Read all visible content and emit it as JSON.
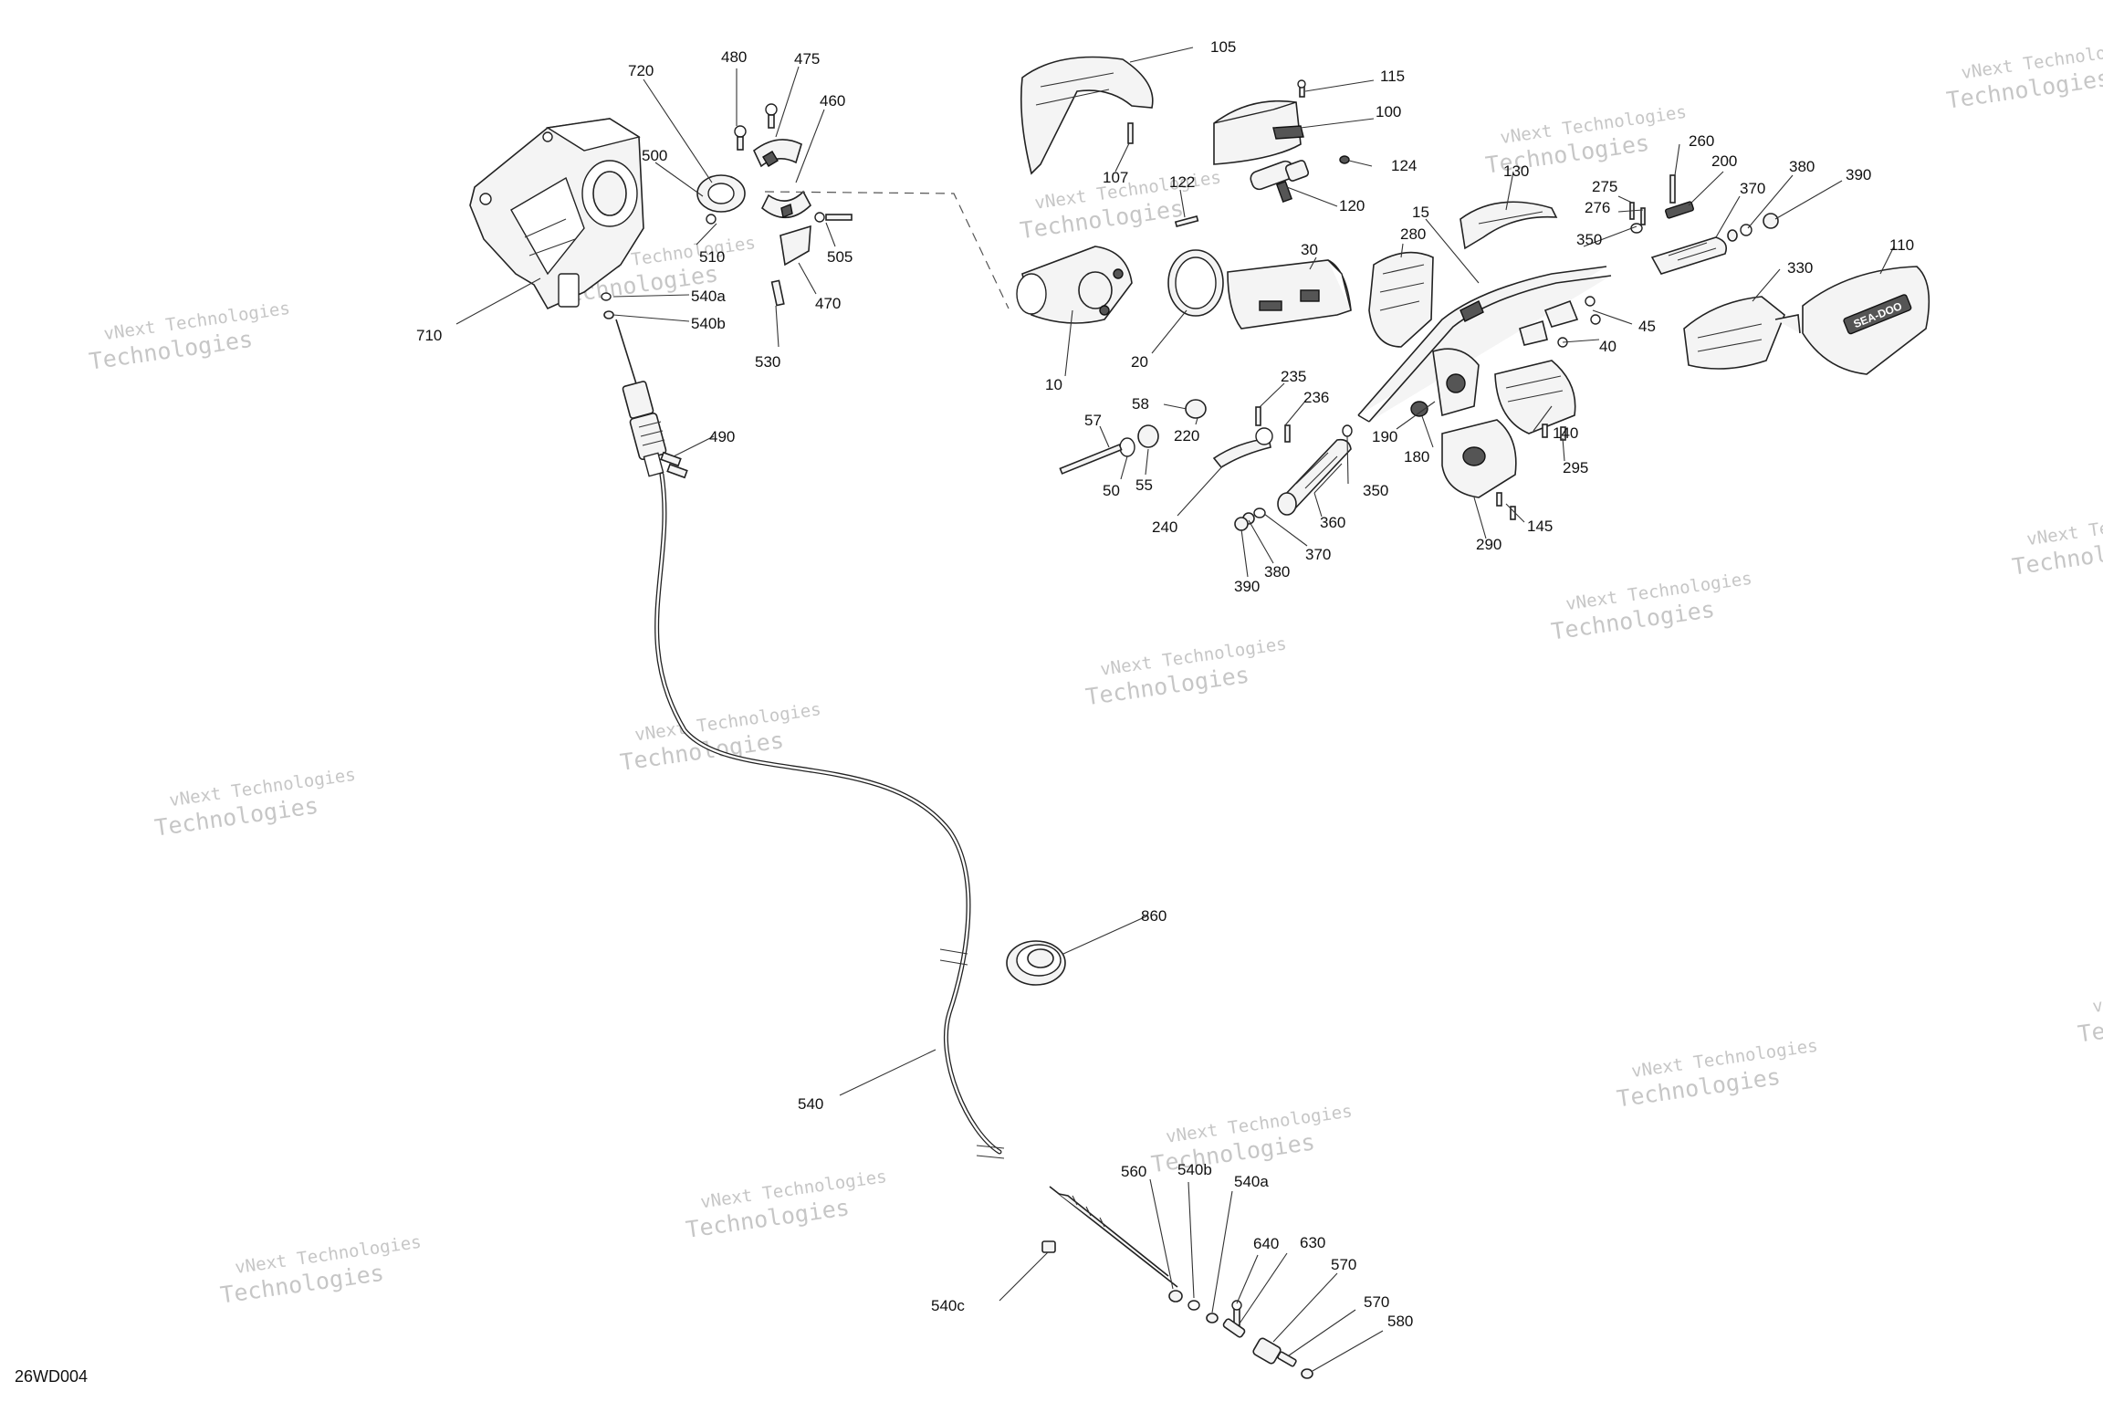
{
  "diagram_id": "26WD004",
  "watermark": {
    "line1": "vNext Technologies",
    "line2": "Technologies",
    "brand": "vNext"
  },
  "badge_text": "SEA-DOO",
  "labels": {
    "l105": "105",
    "l115": "115",
    "l100": "100",
    "l107": "107",
    "l124": "124",
    "l122": "122",
    "l120": "120",
    "l130": "130",
    "l15": "15",
    "l260": "260",
    "l275": "275",
    "l276": "276",
    "l200": "200",
    "l370a": "370",
    "l380a": "380",
    "l390a": "390",
    "l350a": "350",
    "l110": "110",
    "l330": "330",
    "l30": "30",
    "l280": "280",
    "l45": "45",
    "l40": "40",
    "l10": "10",
    "l20": "20",
    "l235": "235",
    "l236": "236",
    "l58": "58",
    "l220": "220",
    "l57": "57",
    "l55": "55",
    "l50": "50",
    "l240": "240",
    "l190": "190",
    "l180": "180",
    "l140": "140",
    "l295": "295",
    "l350b": "350",
    "l360": "360",
    "l370b": "370",
    "l380b": "380",
    "l390b": "390",
    "l290": "290",
    "l145": "145",
    "l720": "720",
    "l480": "480",
    "l475": "475",
    "l460": "460",
    "l500": "500",
    "l510": "510",
    "l505": "505",
    "l470": "470",
    "l540a": "540a",
    "l540b": "540b",
    "l530": "530",
    "l710": "710",
    "l490": "490",
    "l860": "860",
    "l540": "540",
    "l560": "560",
    "l540b2": "540b",
    "l540a2": "540a",
    "l640": "640",
    "l630": "630",
    "l570a": "570",
    "l570b": "570",
    "l580": "580",
    "l540c": "540c"
  }
}
